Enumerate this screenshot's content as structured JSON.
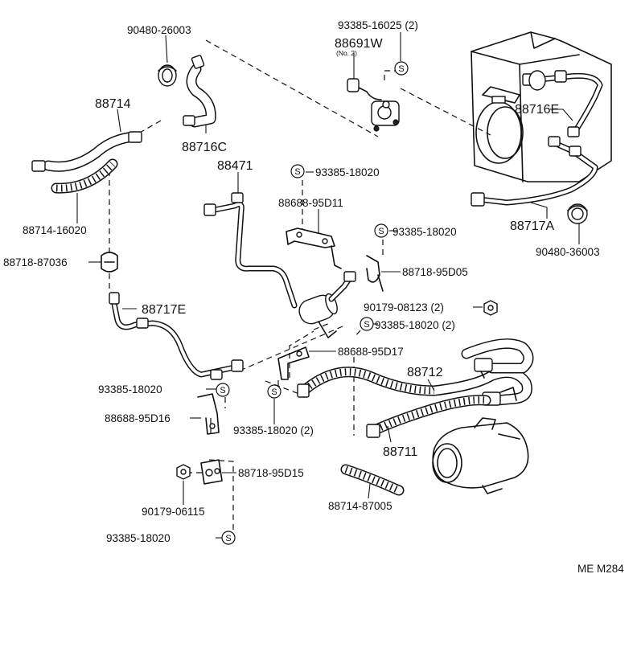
{
  "diagram_code": "ME M284",
  "labels": {
    "p90480_26003": "90480-26003",
    "p93385_16025": "93385-16025 (2)",
    "p88691W": "88691W",
    "p88691W_note": "(No. 2)",
    "p88714": "88714",
    "p88716C": "88716C",
    "p88716E": "88716E",
    "p88471": "88471",
    "p93385_18020_a": "93385-18020",
    "p88688_95D11": "88688-95D11",
    "p88714_16020": "88714-16020",
    "p93385_18020_b": "93385-18020",
    "p88717A": "88717A",
    "p90480_36003": "90480-36003",
    "p88718_87036": "88718-87036",
    "p88718_95D05": "88718-95D05",
    "p88717E": "88717E",
    "p90179_08123": "90179-08123 (2)",
    "p93385_18020_c": "93385-18020 (2)",
    "p88688_95D17": "88688-95D17",
    "p88712": "88712",
    "p93385_18020_d": "93385-18020",
    "p88688_95D16": "88688-95D16",
    "p93385_18020_e": "93385-18020 (2)",
    "p88711": "88711",
    "p88718_95D15": "88718-95D15",
    "p88714_87005": "88714-87005",
    "p90179_06115": "90179-06115",
    "p93385_18020_f": "93385-18020"
  },
  "symbols": {
    "s_mark": "S"
  }
}
